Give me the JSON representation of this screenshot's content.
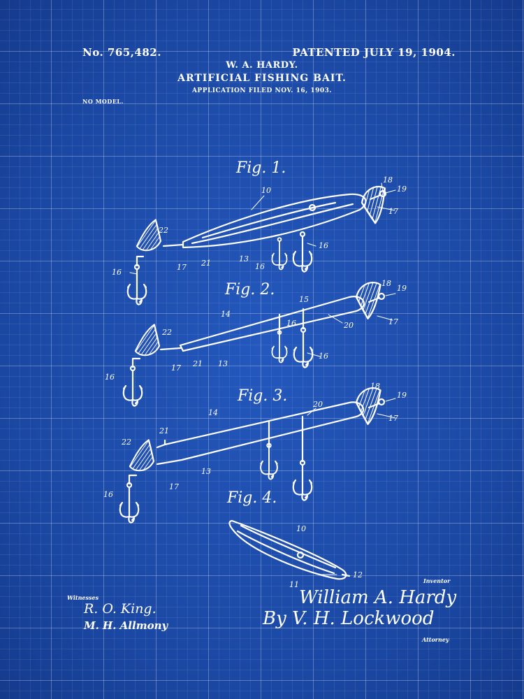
{
  "header": {
    "patent_number": "No. 765,482.",
    "patent_date": "PATENTED JULY 19, 1904.",
    "inventor": "W. A. HARDY.",
    "title": "ARTIFICIAL FISHING BAIT.",
    "application": "APPLICATION FILED NOV. 16, 1903.",
    "no_model": "NO MODEL."
  },
  "figures": [
    {
      "label": "Fig. 1."
    },
    {
      "label": "Fig. 2."
    },
    {
      "label": "Fig. 3."
    },
    {
      "label": "Fig. 4."
    }
  ],
  "reference_numerals": {
    "fig1": [
      "10",
      "18",
      "19",
      "17",
      "22",
      "16",
      "13",
      "16",
      "16",
      "17",
      "21"
    ],
    "fig2": [
      "15",
      "18",
      "19",
      "14",
      "16",
      "20",
      "17",
      "22",
      "21",
      "13",
      "17",
      "16",
      "16"
    ],
    "fig3": [
      "18",
      "19",
      "20",
      "14",
      "17",
      "21",
      "22",
      "13",
      "17",
      "16"
    ],
    "fig4": [
      "10",
      "11",
      "12"
    ]
  },
  "signatures": {
    "witnesses_label": "Witnesses",
    "witness_1": "R. O. King.",
    "witness_2": "M. H. Allmony",
    "inventor_label": "Inventor",
    "inventor_signature": "William A. Hardy",
    "attorney_signature": "By V. H. Lockwood",
    "attorney_label": "Attorney"
  },
  "colors": {
    "background": "#1d4fae",
    "line": "#ffffff"
  }
}
